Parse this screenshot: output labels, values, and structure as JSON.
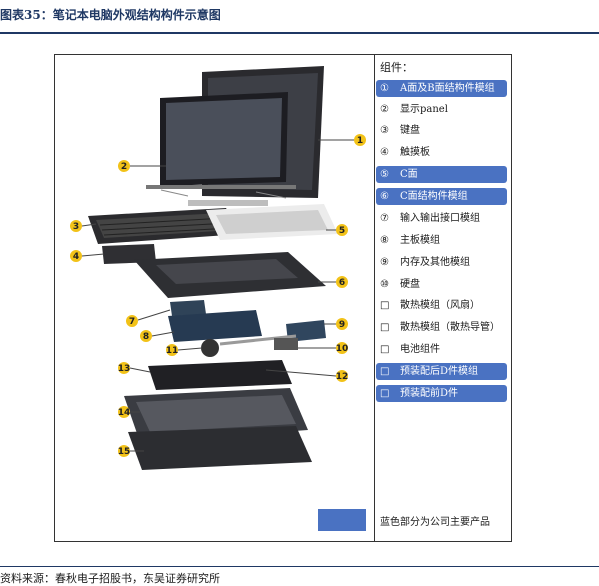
{
  "title": "图表35：笔记本电脑外观结构构件示意图",
  "legend_header": "组件：",
  "components": [
    {
      "num": "①",
      "label": "A面及B面结构件模组",
      "highlight": true
    },
    {
      "num": "②",
      "label": "显示panel",
      "highlight": false
    },
    {
      "num": "③",
      "label": "键盘",
      "highlight": false
    },
    {
      "num": "④",
      "label": "触摸板",
      "highlight": false
    },
    {
      "num": "⑤",
      "label": "C面",
      "highlight": true
    },
    {
      "num": "⑥",
      "label": "C面结构件模组",
      "highlight": true
    },
    {
      "num": "⑦",
      "label": "输入输出接口模组",
      "highlight": false
    },
    {
      "num": "⑧",
      "label": "主板模组",
      "highlight": false
    },
    {
      "num": "⑨",
      "label": "内存及其他模组",
      "highlight": false
    },
    {
      "num": "⑩",
      "label": "硬盘",
      "highlight": false
    },
    {
      "num": "□",
      "label": "散热模组（风扇）",
      "highlight": false
    },
    {
      "num": "□",
      "label": "散热模组（散热导管）",
      "highlight": false
    },
    {
      "num": "□",
      "label": "电池组件",
      "highlight": false
    },
    {
      "num": "□",
      "label": "预装配后D件模组",
      "highlight": true
    },
    {
      "num": "□",
      "label": "预装配前D件",
      "highlight": true
    }
  ],
  "swatch_label": "蓝色部分为公司主要产品",
  "callouts": [
    "1",
    "2",
    "3",
    "4",
    "5",
    "6",
    "7",
    "8",
    "9",
    "10",
    "11",
    "12",
    "13",
    "14",
    "15"
  ],
  "source": "资料来源：春秋电子招股书，东吴证券研究所",
  "colors": {
    "highlight": "#4a72c2",
    "callout": "#f2c218",
    "rule": "#1f3864"
  }
}
